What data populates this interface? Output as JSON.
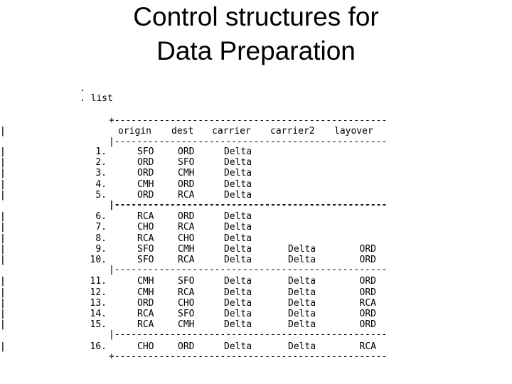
{
  "title_lines": [
    "Control structures for",
    "Data Preparation"
  ],
  "commands": [
    ".",
    ". list"
  ],
  "columns": [
    "origin",
    "dest",
    "carrier",
    "carrier2",
    "layover"
  ],
  "border_line": "+---------------------------------------------------------------+",
  "separator_line": "|---------------------------------------------------------------|",
  "bold_separator_line": "|---------------------------------------------------------------|",
  "rows": [
    {
      "n": "1.",
      "origin": "SFO",
      "dest": "ORD",
      "carrier": "Delta",
      "carrier2": "",
      "layover": ""
    },
    {
      "n": "2.",
      "origin": "ORD",
      "dest": "SFO",
      "carrier": "Delta",
      "carrier2": "",
      "layover": ""
    },
    {
      "n": "3.",
      "origin": "ORD",
      "dest": "CMH",
      "carrier": "Delta",
      "carrier2": "",
      "layover": ""
    },
    {
      "n": "4.",
      "origin": "CMH",
      "dest": "ORD",
      "carrier": "Delta",
      "carrier2": "",
      "layover": ""
    },
    {
      "n": "5.",
      "origin": "ORD",
      "dest": "RCA",
      "carrier": "Delta",
      "carrier2": "",
      "layover": ""
    },
    {
      "n": "6.",
      "origin": "RCA",
      "dest": "ORD",
      "carrier": "Delta",
      "carrier2": "",
      "layover": ""
    },
    {
      "n": "7.",
      "origin": "CHO",
      "dest": "RCA",
      "carrier": "Delta",
      "carrier2": "",
      "layover": ""
    },
    {
      "n": "8.",
      "origin": "RCA",
      "dest": "CHO",
      "carrier": "Delta",
      "carrier2": "",
      "layover": ""
    },
    {
      "n": "9.",
      "origin": "SFO",
      "dest": "CMH",
      "carrier": "Delta",
      "carrier2": "Delta",
      "layover": "ORD"
    },
    {
      "n": "10.",
      "origin": "SFO",
      "dest": "RCA",
      "carrier": "Delta",
      "carrier2": "Delta",
      "layover": "ORD"
    },
    {
      "n": "11.",
      "origin": "CMH",
      "dest": "SFO",
      "carrier": "Delta",
      "carrier2": "Delta",
      "layover": "ORD"
    },
    {
      "n": "12.",
      "origin": "CMH",
      "dest": "RCA",
      "carrier": "Delta",
      "carrier2": "Delta",
      "layover": "ORD"
    },
    {
      "n": "13.",
      "origin": "ORD",
      "dest": "CHO",
      "carrier": "Delta",
      "carrier2": "Delta",
      "layover": "RCA"
    },
    {
      "n": "14.",
      "origin": "RCA",
      "dest": "SFO",
      "carrier": "Delta",
      "carrier2": "Delta",
      "layover": "ORD"
    },
    {
      "n": "15.",
      "origin": "RCA",
      "dest": "CMH",
      "carrier": "Delta",
      "carrier2": "Delta",
      "layover": "ORD"
    },
    {
      "n": "16.",
      "origin": "CHO",
      "dest": "ORD",
      "carrier": "Delta",
      "carrier2": "Delta",
      "layover": "RCA"
    }
  ]
}
